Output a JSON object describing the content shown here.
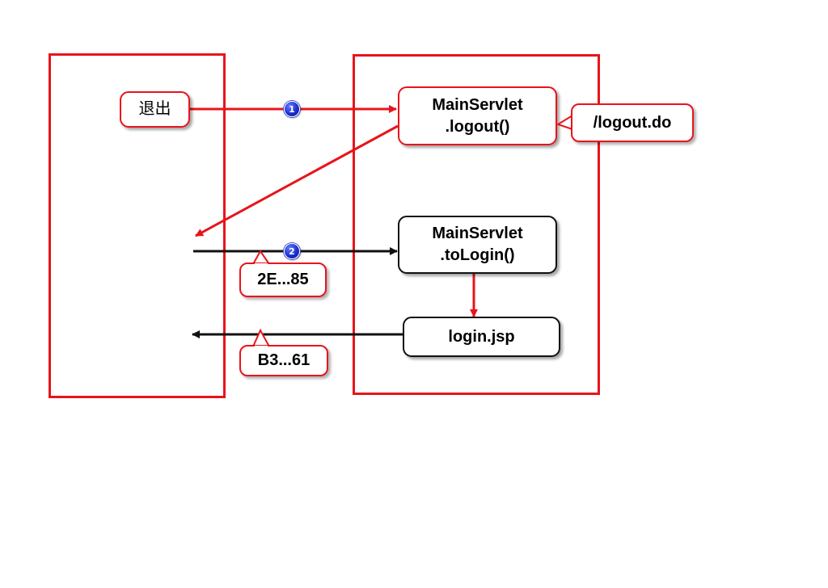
{
  "buttons": {
    "logout": "退出"
  },
  "servlets": {
    "logout": {
      "class": "MainServlet",
      "method": ".logout()"
    },
    "to_login": {
      "class": "MainServlet",
      "method": ".toLogin()"
    }
  },
  "jsp": {
    "label": "login.jsp"
  },
  "labels": {
    "logout_url": "/logout.do",
    "session_id_request": "2E...85",
    "session_id_response": "B3...61"
  },
  "steps": {
    "step1": "1",
    "step2": "2"
  },
  "colors": {
    "accent": "#e8141b",
    "dark": "#111111",
    "step": "#1a2fd0"
  }
}
